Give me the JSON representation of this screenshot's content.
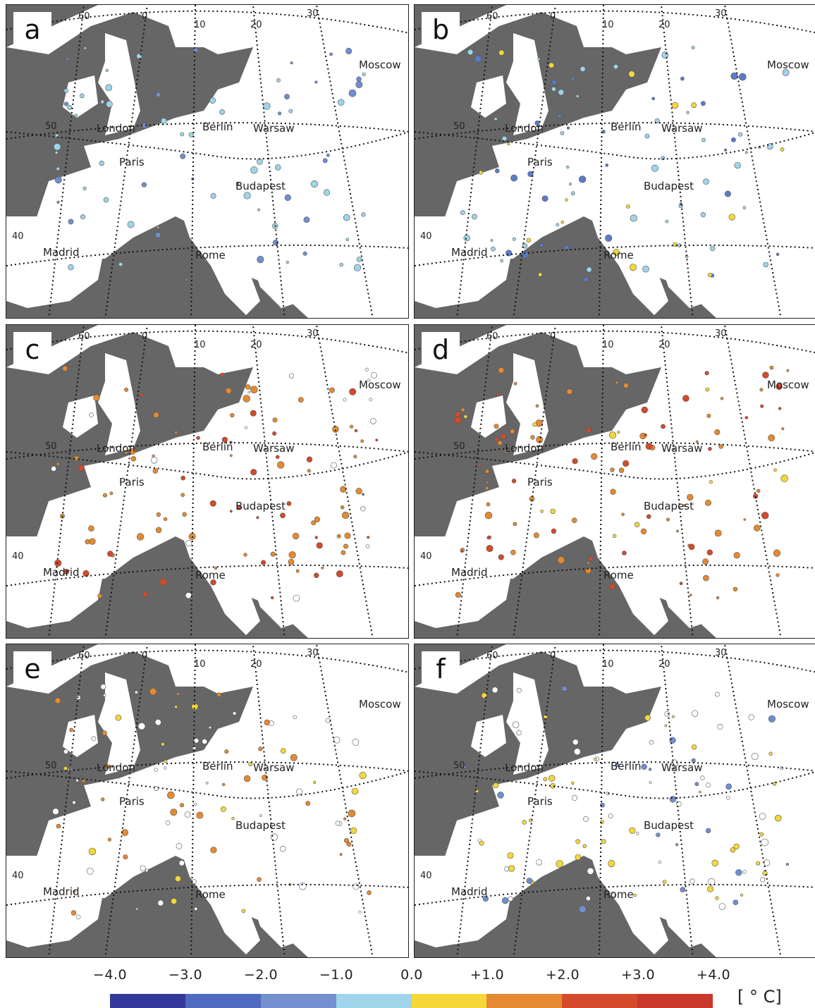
{
  "panels": [
    {
      "letter": "a",
      "dots": [
        [
          "#9fd4ea",
          8
        ],
        [
          "#6f8fd0",
          5
        ]
      ]
    },
    {
      "letter": "b",
      "dots": [
        [
          "#9fd4ea",
          8
        ],
        [
          "#5a7cc8",
          5
        ],
        [
          "#f5d73a",
          3
        ]
      ]
    },
    {
      "letter": "c",
      "dots": [
        [
          "#e58a30",
          10
        ],
        [
          "#d44a2a",
          6
        ],
        [
          "#ffffff",
          3
        ]
      ]
    },
    {
      "letter": "d",
      "dots": [
        [
          "#e58a30",
          11
        ],
        [
          "#d44a2a",
          6
        ],
        [
          "#f5d73a",
          2
        ]
      ]
    },
    {
      "letter": "e",
      "dots": [
        [
          "#ffffff",
          8
        ],
        [
          "#e58a30",
          6
        ],
        [
          "#f5d73a",
          3
        ]
      ]
    },
    {
      "letter": "f",
      "dots": [
        [
          "#ffffff",
          7
        ],
        [
          "#f5d73a",
          7
        ],
        [
          "#6f8fd0",
          4
        ]
      ]
    }
  ],
  "cities": [
    "Moscow",
    "London",
    "Berlin",
    "Warsaw",
    "Paris",
    "Budapest",
    "Madrid",
    "Rome"
  ],
  "gridlabels": [
    "60",
    "0",
    "10",
    "20",
    "30",
    "50",
    "40"
  ],
  "colorbar": {
    "ticks": [
      "−4.0",
      "−3.0",
      "−2.0",
      "−1.0",
      "0.0",
      "+1.0",
      "+2.0",
      "+3.0",
      "+4.0"
    ],
    "colors": [
      "#33399a",
      "#4e6bbf",
      "#7490cf",
      "#9fd4ea",
      "#f5d73a",
      "#e58a30",
      "#d44a2a",
      "#c8392c"
    ],
    "unit": "[ ° C]"
  }
}
